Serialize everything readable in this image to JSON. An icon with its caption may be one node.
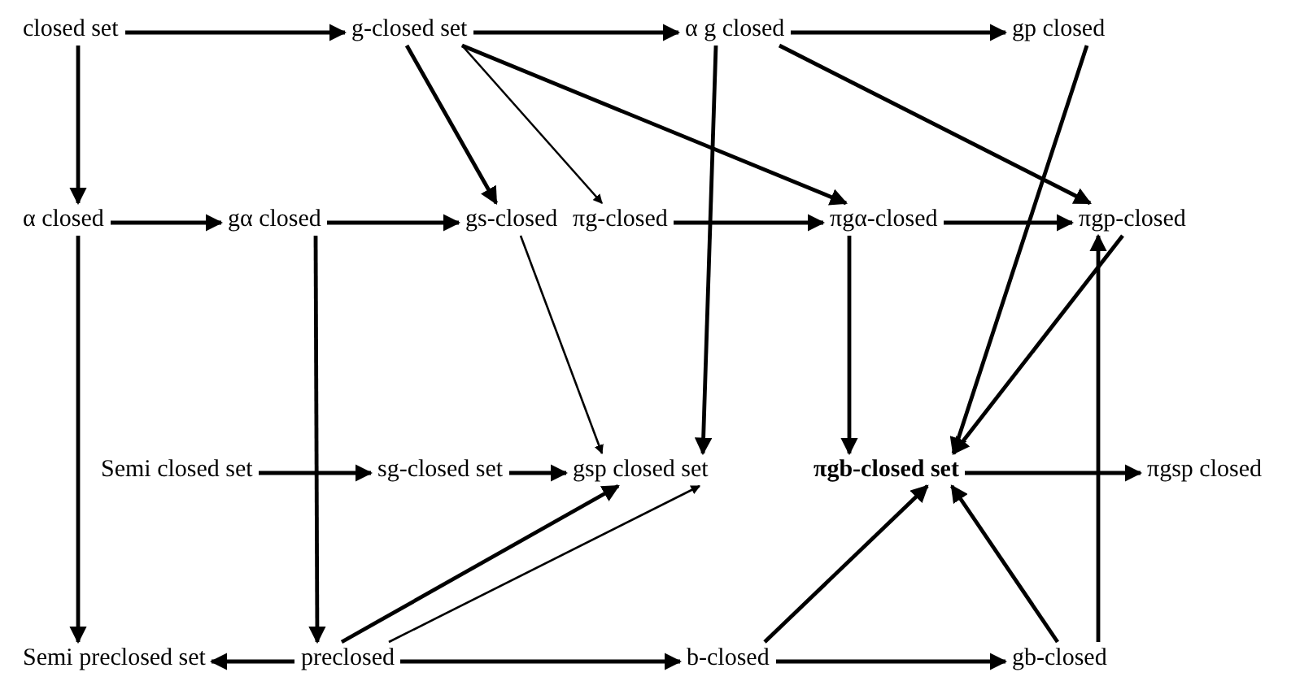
{
  "diagram": {
    "nodes": [
      {
        "text": [
          "closed set"
        ]
      },
      {
        "text": [
          "g-closed set"
        ]
      },
      {
        "text": [
          "α g closed"
        ]
      },
      {
        "text": [
          "gp closed"
        ]
      },
      {
        "text": [
          "α closed"
        ]
      },
      {
        "text": [
          "gα closed"
        ]
      },
      {
        "text": [
          "gs-closed"
        ]
      },
      {
        "text": [
          "πg-closed"
        ]
      },
      {
        "text": [
          "πgα-closed"
        ]
      },
      {
        "text": [
          "πgp-closed"
        ]
      },
      {
        "text": [
          "Semi closed set"
        ]
      },
      {
        "text": [
          "sg-closed set"
        ]
      },
      {
        "text": [
          "gsp closed set"
        ]
      },
      {
        "text": [
          "πgb-closed set"
        ]
      },
      {
        "text": [
          "πgsp closed"
        ]
      },
      {
        "text": [
          "Semi preclosed set"
        ]
      },
      {
        "text": [
          "preclosed"
        ]
      },
      {
        "text": [
          "b-closed"
        ]
      },
      {
        "text": [
          "gb-closed"
        ]
      }
    ],
    "edges": [
      {
        "from": 0,
        "to": 1,
        "arrow": "to"
      },
      {
        "from": 1,
        "to": 2,
        "arrow": "to"
      },
      {
        "from": 2,
        "to": 3,
        "arrow": "to"
      },
      {
        "from": 0,
        "to": 4,
        "arrow": "to"
      },
      {
        "from": 1,
        "to": 6,
        "arrow": "to"
      },
      {
        "from": 1,
        "to": 7,
        "arrow": "to"
      },
      {
        "from": 1,
        "to": 8,
        "arrow": "to"
      },
      {
        "from": 2,
        "to": 9,
        "arrow": "to"
      },
      {
        "from": 2,
        "to": 12,
        "arrow": "to"
      },
      {
        "from": 3,
        "to": 13,
        "arrow": "to"
      },
      {
        "from": 4,
        "to": 5,
        "arrow": "to"
      },
      {
        "from": 4,
        "to": 15,
        "arrow": "to"
      },
      {
        "from": 5,
        "to": 6,
        "arrow": "to"
      },
      {
        "from": 5,
        "to": 16,
        "arrow": "to"
      },
      {
        "from": 6,
        "to": 12,
        "arrow": "to"
      },
      {
        "from": 7,
        "to": 8,
        "arrow": "to"
      },
      {
        "from": 8,
        "to": 9,
        "arrow": "to"
      },
      {
        "from": 8,
        "to": 13,
        "arrow": "to"
      },
      {
        "from": 9,
        "to": 13,
        "arrow": "to"
      },
      {
        "from": 10,
        "to": 11,
        "arrow": "to"
      },
      {
        "from": 11,
        "to": 12,
        "arrow": "to"
      },
      {
        "from": 13,
        "to": 14,
        "arrow": "to"
      },
      {
        "from": 16,
        "to": 15,
        "arrow": "to"
      },
      {
        "from": 16,
        "to": 12,
        "arrow": "to"
      },
      {
        "from": 16,
        "to": 12,
        "arrow": "to"
      },
      {
        "from": 16,
        "to": 17,
        "arrow": "to"
      },
      {
        "from": 17,
        "to": 13,
        "arrow": "to"
      },
      {
        "from": 17,
        "to": 18,
        "arrow": "to"
      },
      {
        "from": 18,
        "to": 13,
        "arrow": "to"
      },
      {
        "from": 18,
        "to": 9,
        "arrow": "to"
      }
    ]
  }
}
